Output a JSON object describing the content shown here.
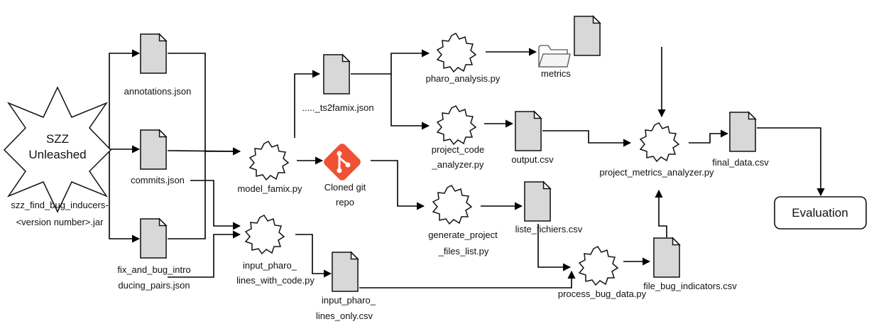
{
  "nodes": {
    "szz": {
      "title_line1": "SZZ",
      "title_line2": "Unleashed",
      "caption_line1": "szz_find_bug_inducers-",
      "caption_line2": "<version number>.jar"
    },
    "annotations": {
      "label": "annotations.json"
    },
    "commits": {
      "label": "commits.json"
    },
    "fix_pairs": {
      "label_line1": "fix_and_bug_intro",
      "label_line2": "ducing_pairs.json"
    },
    "model_famix": {
      "label": "model_famix.py"
    },
    "ts2famix": {
      "label": "....._ts2famix.json"
    },
    "git_repo": {
      "label_line1": "Cloned git",
      "label_line2": "repo"
    },
    "input_pharo_py": {
      "label_line1": "input_pharo_",
      "label_line2": "lines_with_code.py"
    },
    "input_pharo_csv": {
      "label_line1": "input_pharo_",
      "label_line2": "lines_only.csv"
    },
    "pharo_analysis": {
      "label": "pharo_analysis.py"
    },
    "metrics": {
      "label": "metrics"
    },
    "project_code_analyzer": {
      "label_line1": "project_code",
      "label_line2": "_analyzer.py"
    },
    "output_csv": {
      "label": "output.csv"
    },
    "generate_files_list": {
      "label_line1": "generate_project",
      "label_line2": "_files_list.py"
    },
    "liste_fichiers": {
      "label": "liste_fichiers.csv"
    },
    "process_bug_data": {
      "label": "process_bug_data.py"
    },
    "file_bug_indicators": {
      "label": "file_bug_indicators.csv"
    },
    "project_metrics_analyzer": {
      "label": "project_metrics_analyzer.py"
    },
    "final_data": {
      "label": "final_data.csv"
    },
    "evaluation": {
      "label": "Evaluation"
    }
  },
  "icons": [
    "document-icon",
    "gear-icon",
    "folder-icon",
    "git-icon",
    "star-icon"
  ],
  "colors": {
    "document_fill": "#d8d8d8",
    "git_orange": "#f05033",
    "stroke": "#000000"
  }
}
